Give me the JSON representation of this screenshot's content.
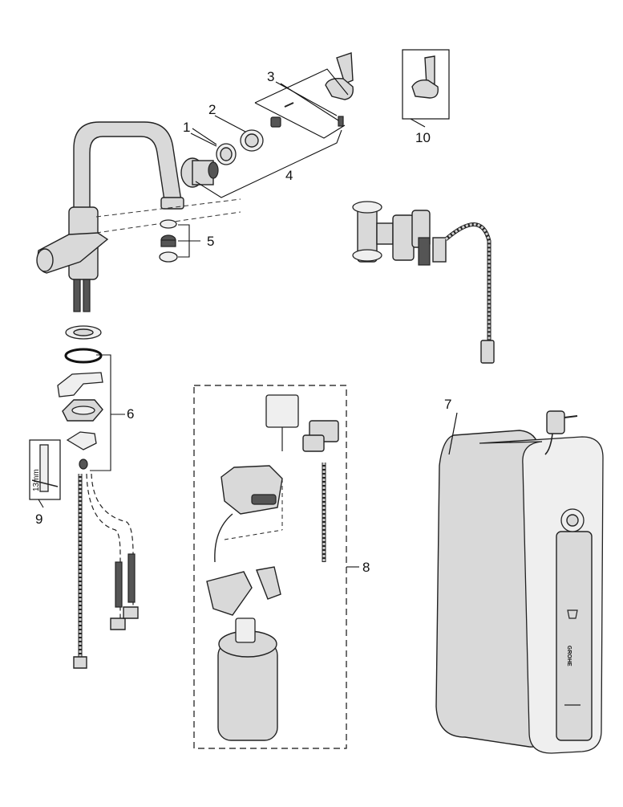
{
  "callouts": {
    "p1": "1",
    "p2": "2",
    "p3": "3",
    "p4": "4",
    "p5": "5",
    "p6": "6",
    "p7": "7",
    "p8": "8",
    "p9": "9",
    "p10": "10"
  },
  "tool_label": "13mm",
  "boiler_brand": "GROHE",
  "colors": {
    "line": "#111111",
    "part_fill": "#d9d9d9",
    "dark_fill": "#555555"
  }
}
